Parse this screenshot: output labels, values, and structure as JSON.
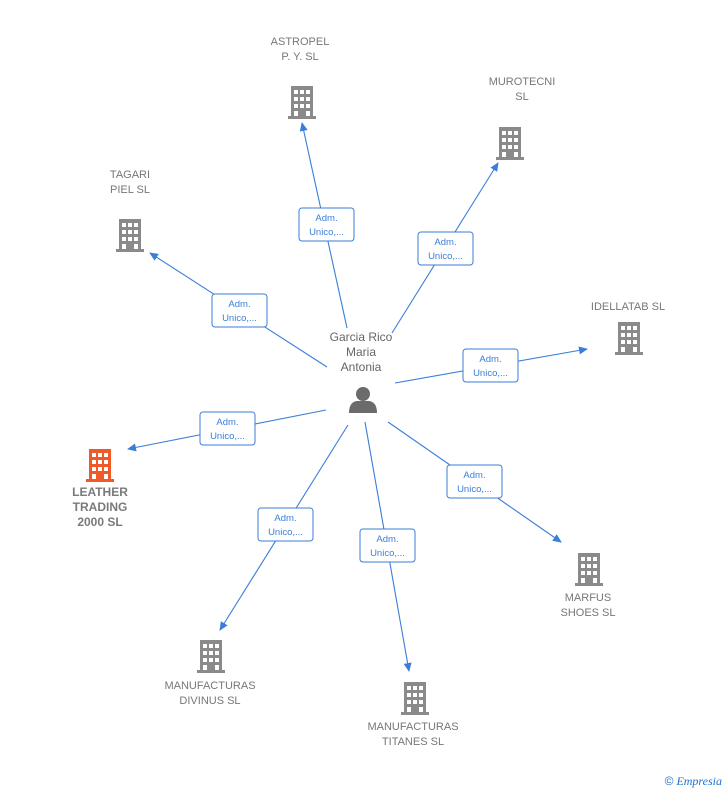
{
  "center": {
    "lines": [
      "Garcia Rico",
      "Maria",
      "Antonia"
    ],
    "icon": "person-icon"
  },
  "role_label_lines": [
    "Adm.",
    "Unico,..."
  ],
  "colors": {
    "edge": "#3a7ed8",
    "company": "#8a8a8a",
    "highlight": "#f05a28",
    "person": "#6b6b6b"
  },
  "companies": [
    {
      "id": "astropel",
      "lines": [
        "ASTROPEL",
        "P. Y. SL"
      ],
      "highlight": false
    },
    {
      "id": "murotecni",
      "lines": [
        "MUROTECNI",
        "SL"
      ],
      "highlight": false
    },
    {
      "id": "tagari",
      "lines": [
        "TAGARI",
        "PIEL SL"
      ],
      "highlight": false
    },
    {
      "id": "idellatab",
      "lines": [
        "IDELLATAB SL"
      ],
      "highlight": false
    },
    {
      "id": "leather",
      "lines": [
        "LEATHER",
        "TRADING",
        "2000 SL"
      ],
      "highlight": true
    },
    {
      "id": "marfus",
      "lines": [
        "MARFUS",
        "SHOES SL"
      ],
      "highlight": false
    },
    {
      "id": "divinus",
      "lines": [
        "MANUFACTURAS",
        "DIVINUS SL"
      ],
      "highlight": false
    },
    {
      "id": "titanes",
      "lines": [
        "MANUFACTURAS",
        "TITANES SL"
      ],
      "highlight": false
    }
  ],
  "footer": {
    "copyright": "©",
    "brand": "Empresia"
  }
}
